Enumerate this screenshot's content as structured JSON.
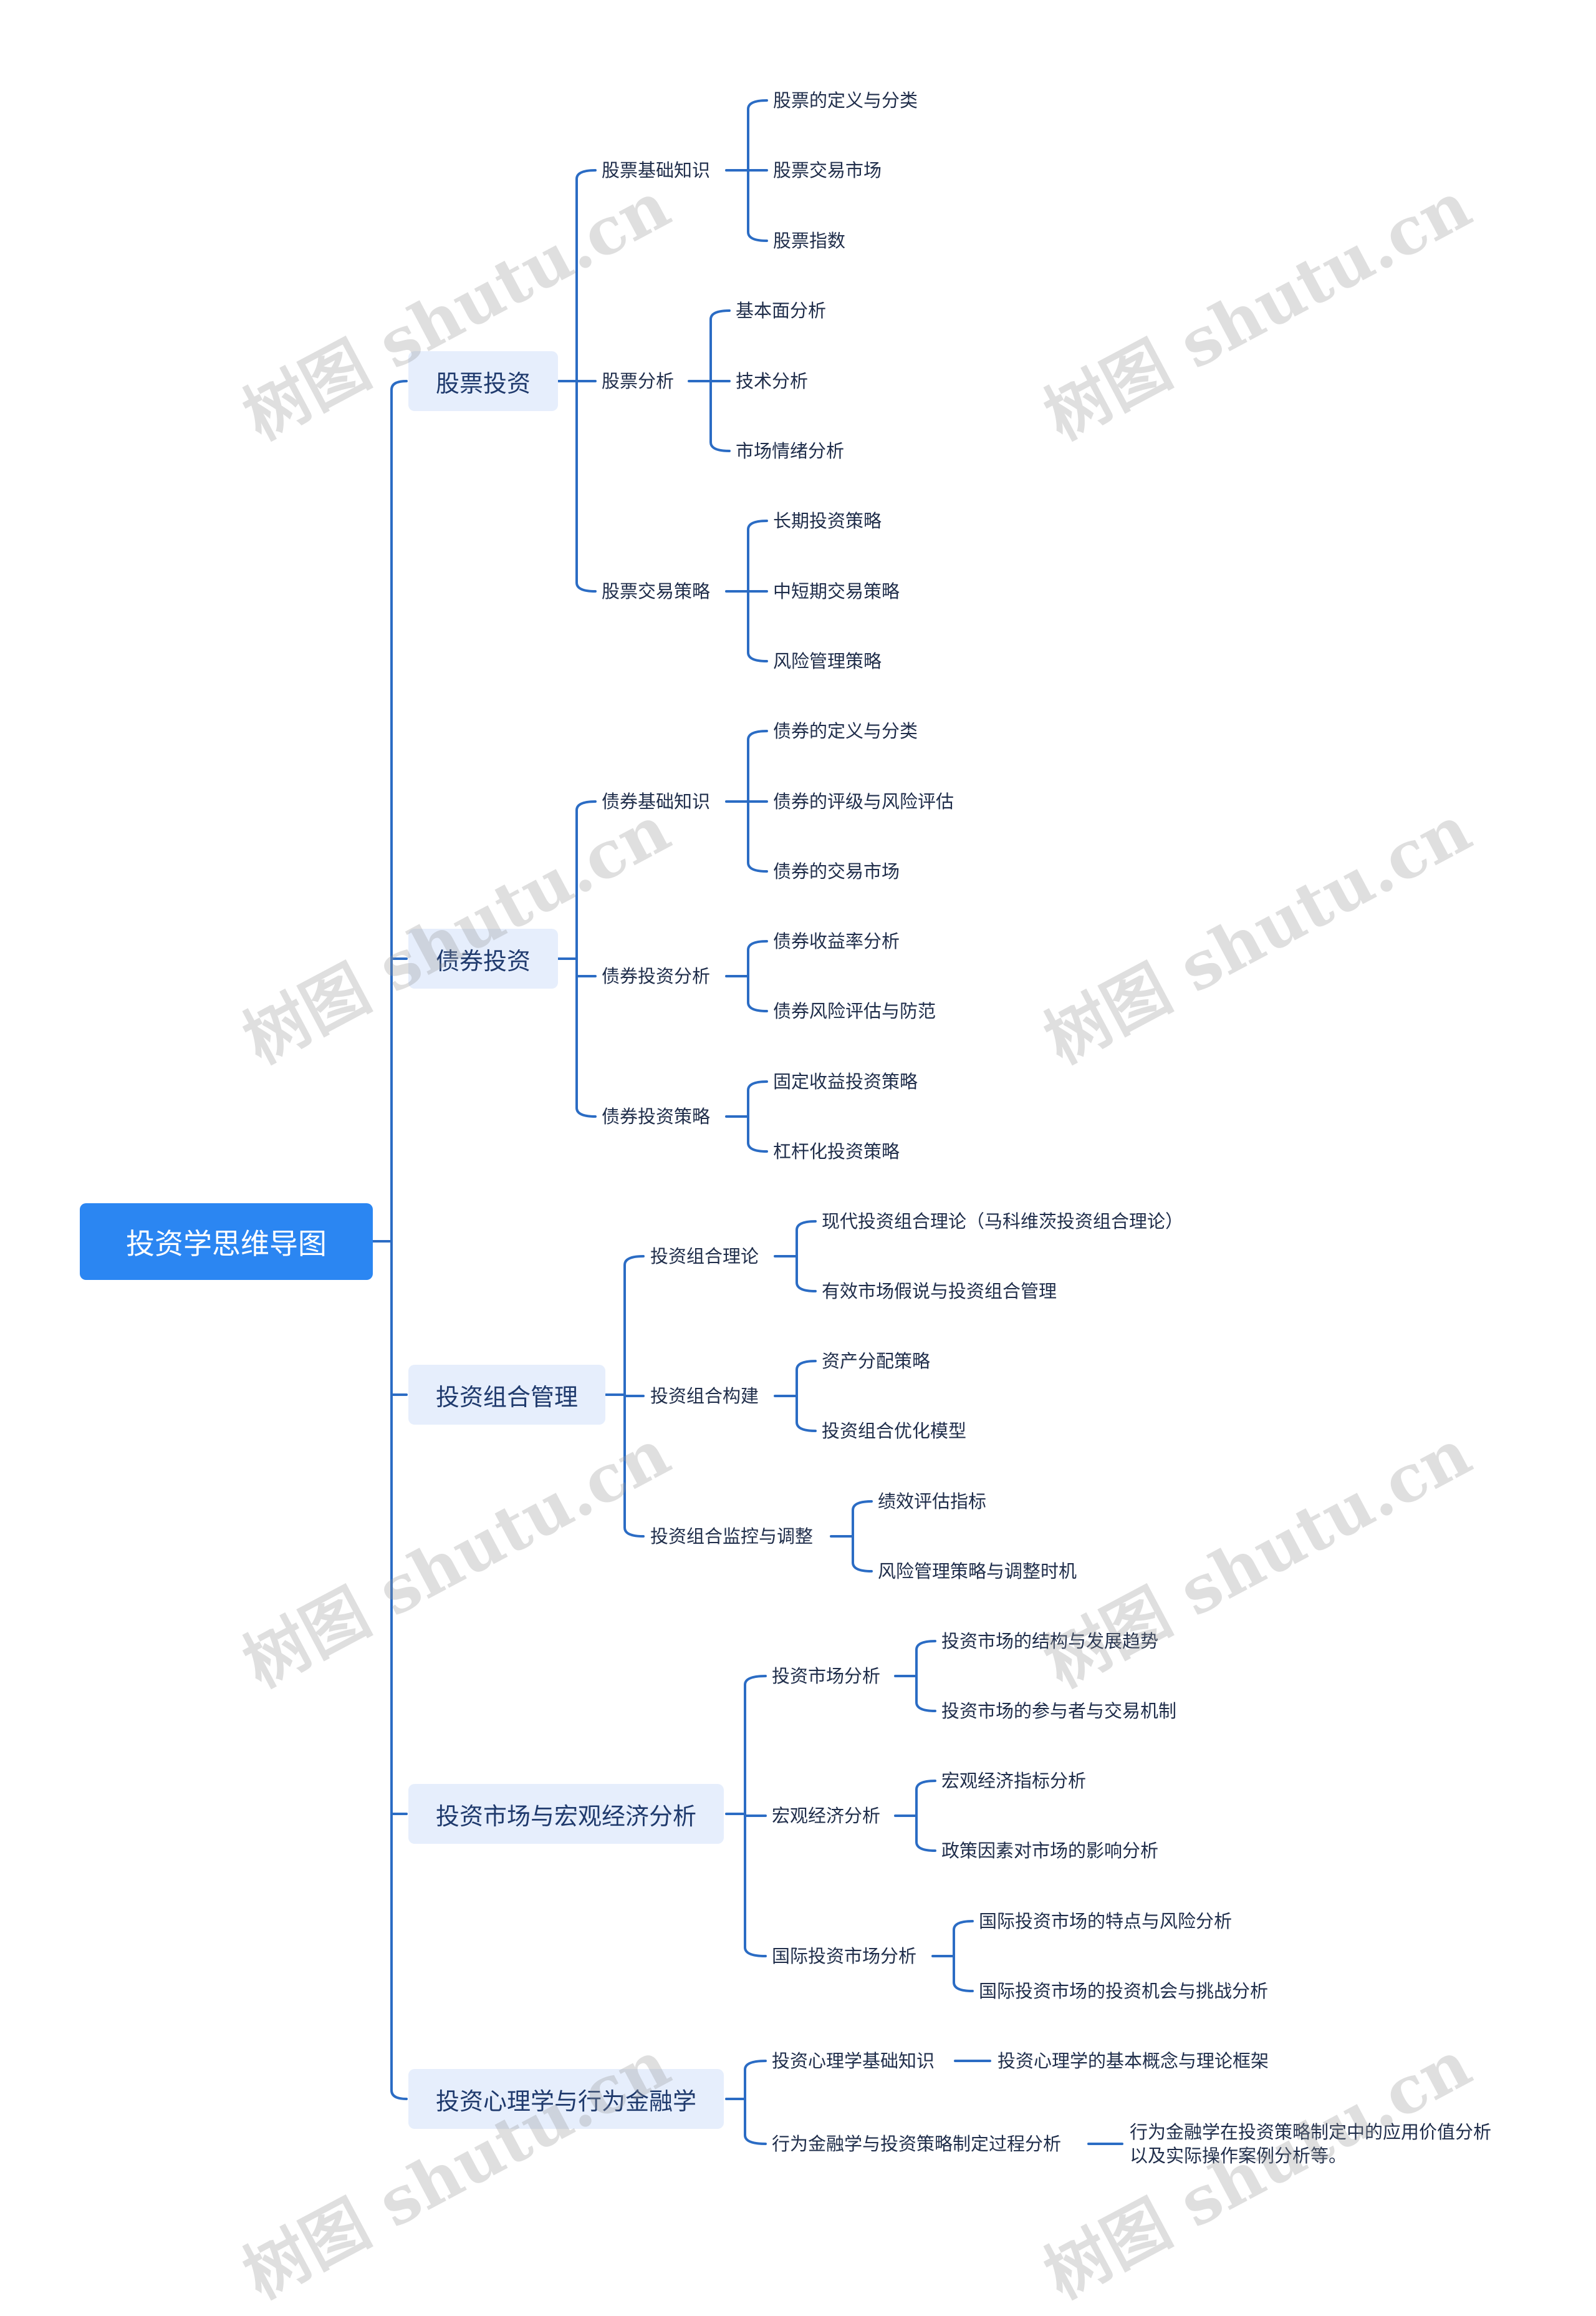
{
  "root": "投资学思维导图",
  "branches": [
    {
      "label": "股票投资",
      "children": [
        {
          "label": "股票基础知识",
          "children": [
            "股票的定义与分类",
            "股票交易市场",
            "股票指数"
          ]
        },
        {
          "label": "股票分析",
          "children": [
            "基本面分析",
            "技术分析",
            "市场情绪分析"
          ]
        },
        {
          "label": "股票交易策略",
          "children": [
            "长期投资策略",
            "中短期交易策略",
            "风险管理策略"
          ]
        }
      ]
    },
    {
      "label": "债券投资",
      "children": [
        {
          "label": "债券基础知识",
          "children": [
            "债券的定义与分类",
            "债券的评级与风险评估",
            "债券的交易市场"
          ]
        },
        {
          "label": "债券投资分析",
          "children": [
            "债券收益率分析",
            "债券风险评估与防范"
          ]
        },
        {
          "label": "债券投资策略",
          "children": [
            "固定收益投资策略",
            "杠杆化投资策略"
          ]
        }
      ]
    },
    {
      "label": "投资组合管理",
      "children": [
        {
          "label": "投资组合理论",
          "children": [
            "现代投资组合理论（马科维茨投资组合理论）",
            "有效市场假说与投资组合管理"
          ]
        },
        {
          "label": "投资组合构建",
          "children": [
            "资产分配策略",
            "投资组合优化模型"
          ]
        },
        {
          "label": "投资组合监控与调整",
          "children": [
            "绩效评估指标",
            "风险管理策略与调整时机"
          ]
        }
      ]
    },
    {
      "label": "投资市场与宏观经济分析",
      "children": [
        {
          "label": "投资市场分析",
          "children": [
            "投资市场的结构与发展趋势",
            "投资市场的参与者与交易机制"
          ]
        },
        {
          "label": "宏观经济分析",
          "children": [
            "宏观经济指标分析",
            "政策因素对市场的影响分析"
          ]
        },
        {
          "label": "国际投资市场分析",
          "children": [
            "国际投资市场的特点与风险分析",
            "国际投资市场的投资机会与挑战分析"
          ]
        }
      ]
    },
    {
      "label": "投资心理学与行为金融学",
      "children": [
        {
          "label": "投资心理学基础知识",
          "children": [
            "投资心理学的基本概念与理论框架"
          ]
        },
        {
          "label": "行为金融学与投资策略制定过程分析",
          "children": [
            "行为金融学在投资策略制定中的应用价值分析\n以及实际操作案例分析等。"
          ]
        }
      ]
    }
  ],
  "watermark": "树图 shutu.cn",
  "colors": {
    "line": "#2b6cc4",
    "root_bg": "#2b86f2",
    "branch_bg": "#e6eefc",
    "text": "#1f2d4a"
  }
}
